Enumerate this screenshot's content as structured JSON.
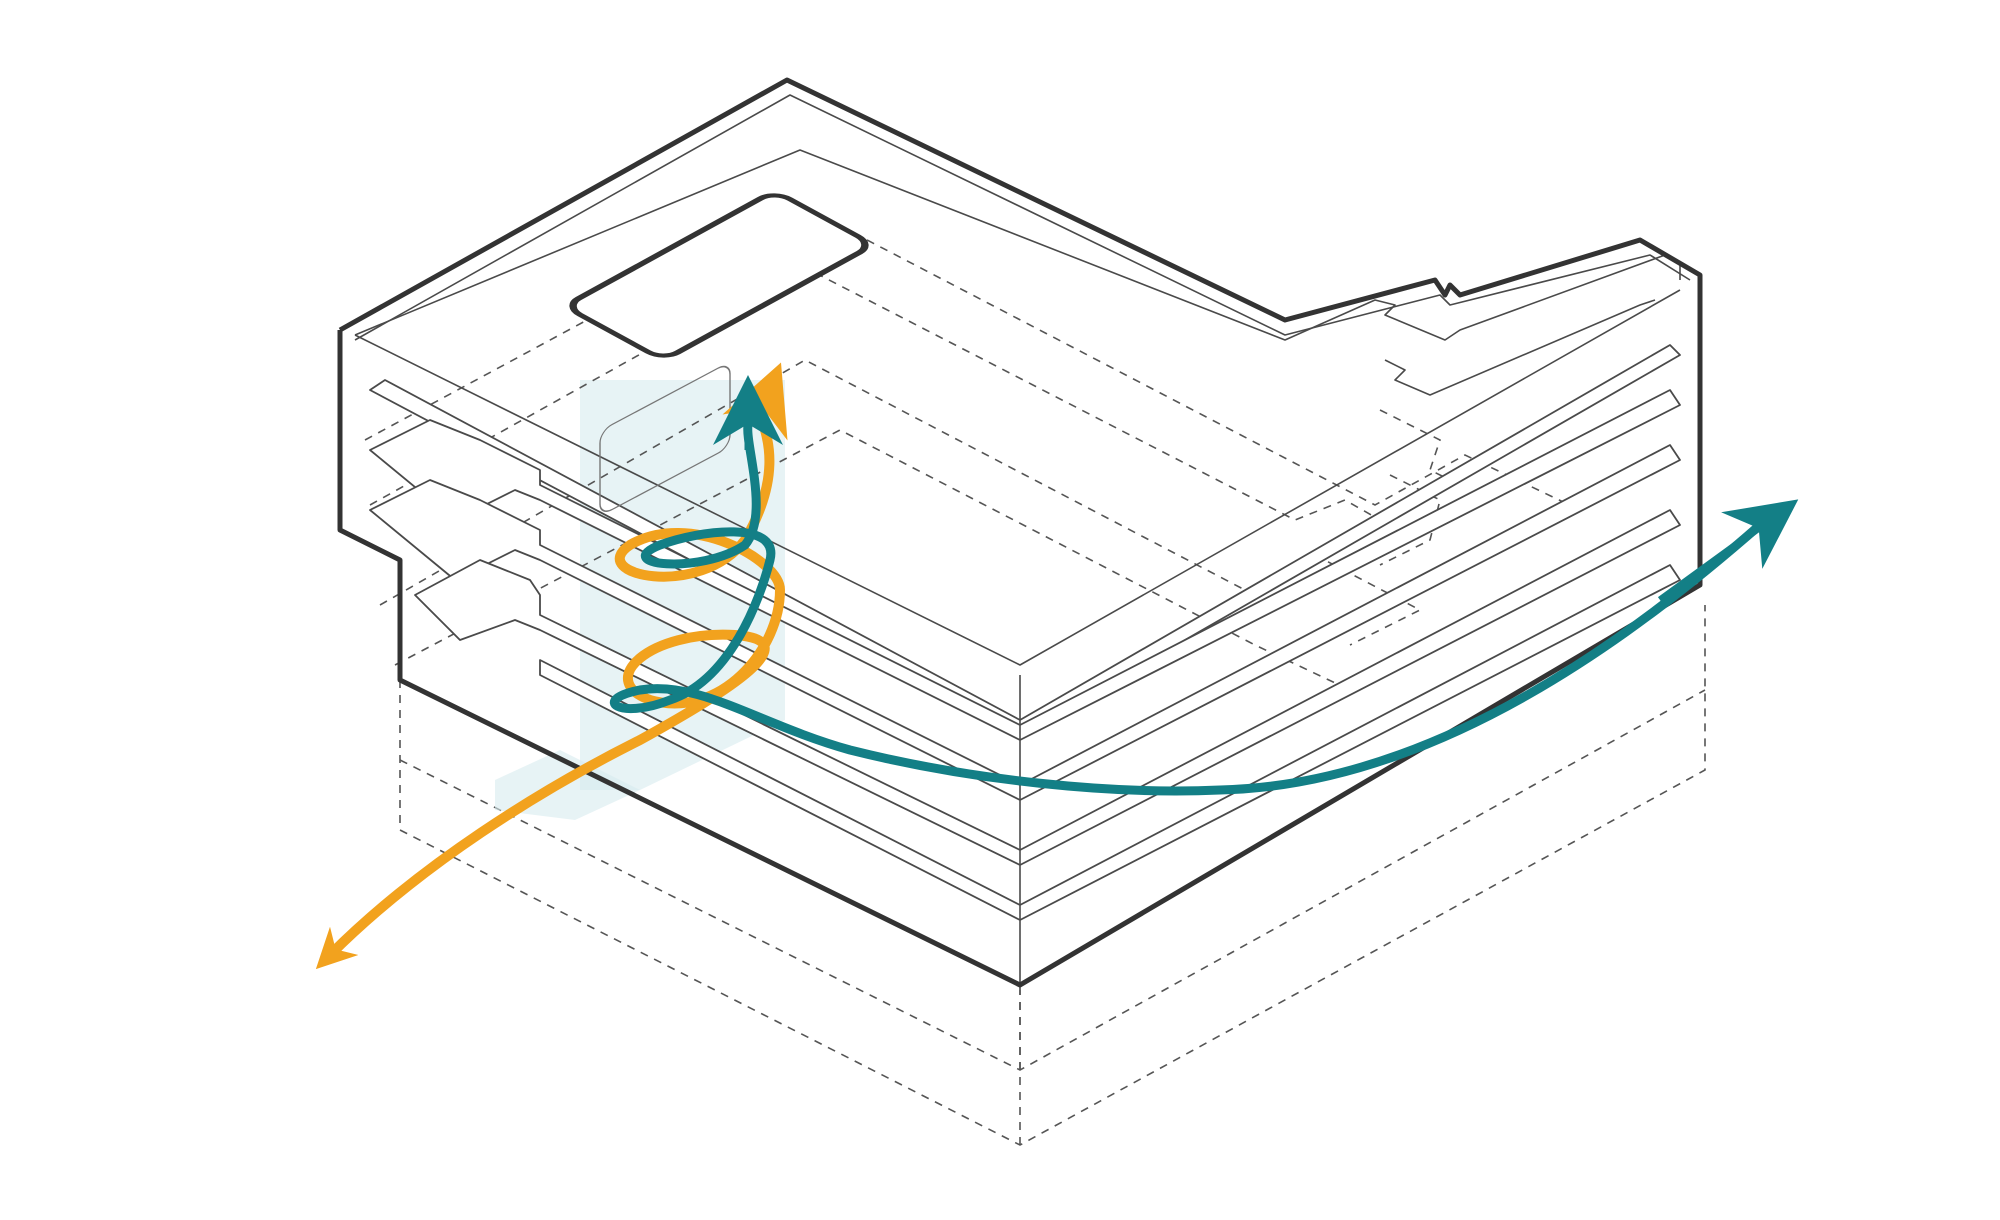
{
  "diagram": {
    "description_visible_text": "",
    "colors": {
      "outline": "#333333",
      "line": "#4a4a4a",
      "circulation_core": "#d7ebee",
      "path_a": "#f2a21e",
      "path_b": "#137f86"
    },
    "elements": {
      "building": "building-massing",
      "floors": [
        "floor-slab-1",
        "floor-slab-2",
        "floor-slab-3",
        "floor-slab-4"
      ],
      "core": "vertical-circulation-core",
      "paths": [
        "orange-circulation-path",
        "teal-circulation-path"
      ]
    }
  }
}
